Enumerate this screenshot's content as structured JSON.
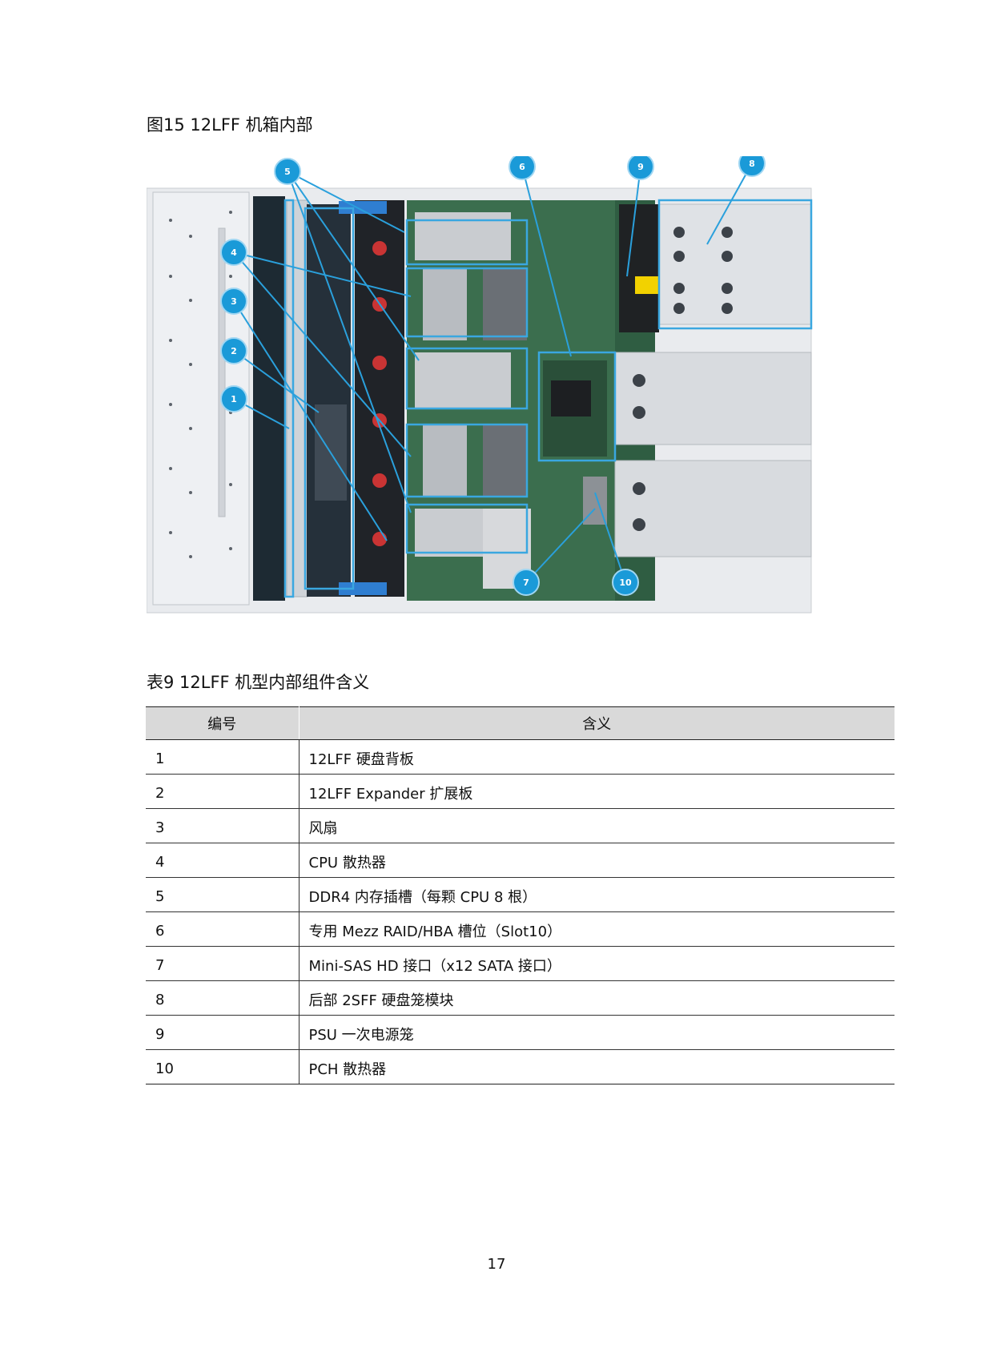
{
  "figure_caption": "图15 12LFF 机箱内部",
  "table_caption": "表9 12LFF 机型内部组件含义",
  "table": {
    "headers": [
      "编号",
      "含义"
    ],
    "rows": [
      {
        "num": "1",
        "desc": "12LFF 硬盘背板"
      },
      {
        "num": "2",
        "desc": "12LFF Expander 扩展板"
      },
      {
        "num": "3",
        "desc": "风扇"
      },
      {
        "num": "4",
        "desc": "CPU 散热器"
      },
      {
        "num": "5",
        "desc": "DDR4 内存插槽（每颗 CPU 8 根）"
      },
      {
        "num": "6",
        "desc": "专用 Mezz RAID/HBA 槽位（Slot10）"
      },
      {
        "num": "7",
        "desc": "Mini-SAS HD 接口（x12 SATA 接口）"
      },
      {
        "num": "8",
        "desc": "后部 2SFF 硬盘笼模块"
      },
      {
        "num": "9",
        "desc": "PSU 一次电源笼"
      },
      {
        "num": "10",
        "desc": "PCH 散热器"
      }
    ]
  },
  "callouts": [
    "1",
    "2",
    "3",
    "4",
    "5",
    "6",
    "7",
    "8",
    "9",
    "10"
  ],
  "page_number": "17"
}
